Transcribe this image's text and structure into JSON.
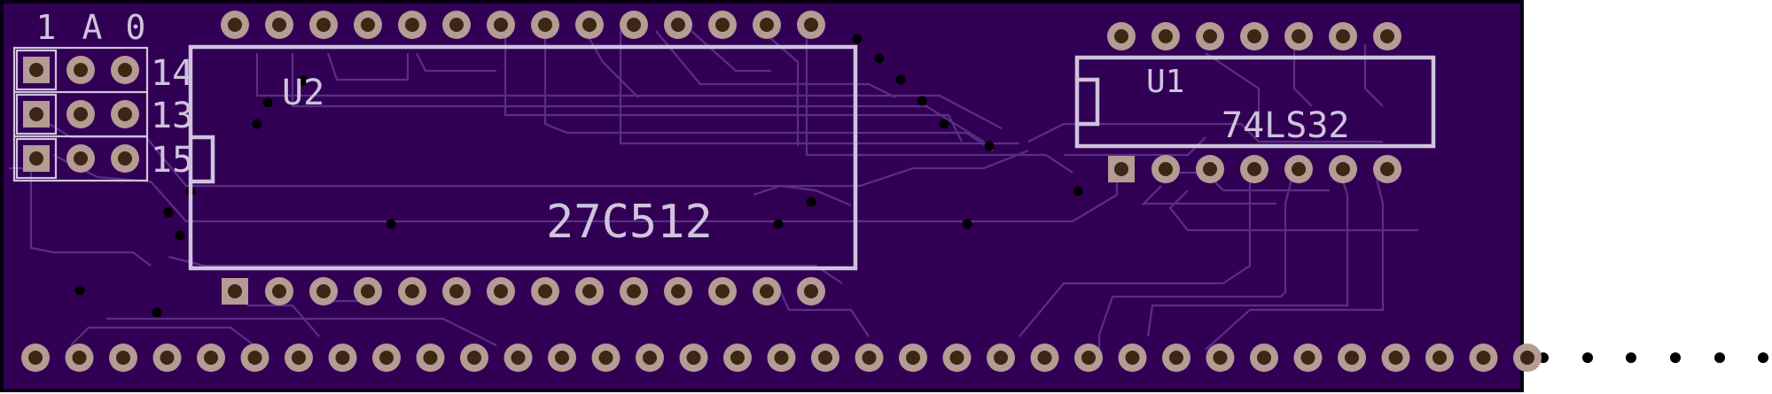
{
  "colors": {
    "board": "#310055",
    "board_outline": "#0b0013",
    "trace": "#5a2f86",
    "silkscreen": "#cfc4dd",
    "pad_ring": "#b49b93",
    "pad_hole": "#3d2614",
    "via": "#000000",
    "background": "#ffffff"
  },
  "jumper_header": {
    "column_labels": [
      "1",
      "A",
      "0"
    ],
    "row_labels": [
      "14",
      "13",
      "15"
    ]
  },
  "u2": {
    "designator": "U2",
    "part_number": "27C512"
  },
  "u1": {
    "designator": "U1",
    "part_number": "74LS32"
  }
}
